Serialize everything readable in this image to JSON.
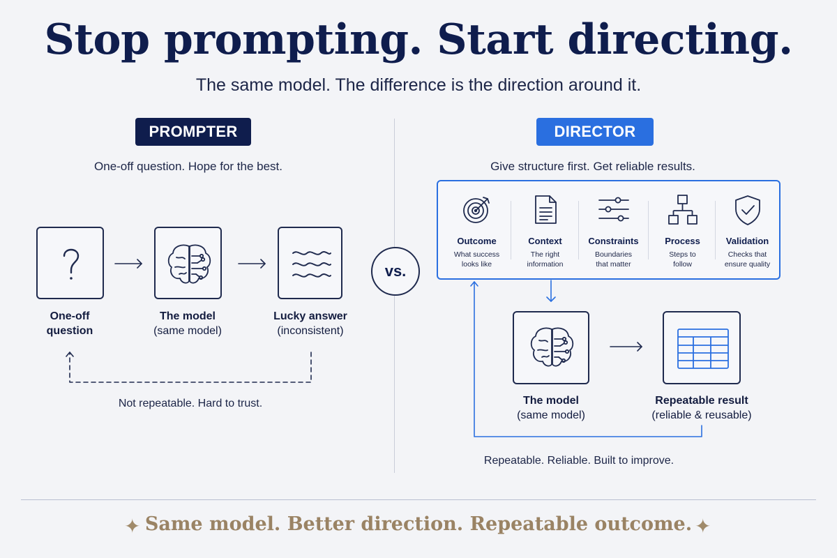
{
  "header": {
    "title": "Stop prompting. Start directing.",
    "subtitle": "The same model. The difference is the direction around it."
  },
  "prompter": {
    "badge": "PROMPTER",
    "description": "One-off question. Hope for the best.",
    "steps": [
      {
        "title": "One-off",
        "title2": "question",
        "icon": "question-mark-icon"
      },
      {
        "title": "The model",
        "sub": "(same model)",
        "icon": "brain-icon"
      },
      {
        "title": "Lucky answer",
        "sub": "(inconsistent)",
        "icon": "wavy-lines-icon"
      }
    ],
    "footnote": "Not repeatable. Hard to trust."
  },
  "vs": "vs.",
  "director": {
    "badge": "DIRECTOR",
    "description": "Give structure first. Get reliable results.",
    "framework": [
      {
        "title": "Outcome",
        "line1": "What success",
        "line2": "looks like",
        "icon": "target-icon"
      },
      {
        "title": "Context",
        "line1": "The right",
        "line2": "information",
        "icon": "document-icon"
      },
      {
        "title": "Constraints",
        "line1": "Boundaries",
        "line2": "that matter",
        "icon": "sliders-icon"
      },
      {
        "title": "Process",
        "line1": "Steps to",
        "line2": "follow",
        "icon": "flowchart-icon"
      },
      {
        "title": "Validation",
        "line1": "Checks that",
        "line2": "ensure quality",
        "icon": "shield-check-icon"
      }
    ],
    "model": {
      "title": "The model",
      "sub": "(same model)",
      "icon": "brain-icon"
    },
    "result": {
      "title": "Repeatable result",
      "sub": "(reliable & reusable)",
      "icon": "table-grid-icon"
    },
    "footnote": "Repeatable. Reliable. Built to improve."
  },
  "footer": {
    "tagline": "Same model. Better direction. Repeatable outcome.",
    "star_icon": "sparkle-icon",
    "star_glyph": "✦"
  },
  "colors": {
    "navy": "#0f1d4d",
    "blue": "#2a6fe0",
    "gold": "#9a8364",
    "background": "#f3f4f7"
  }
}
